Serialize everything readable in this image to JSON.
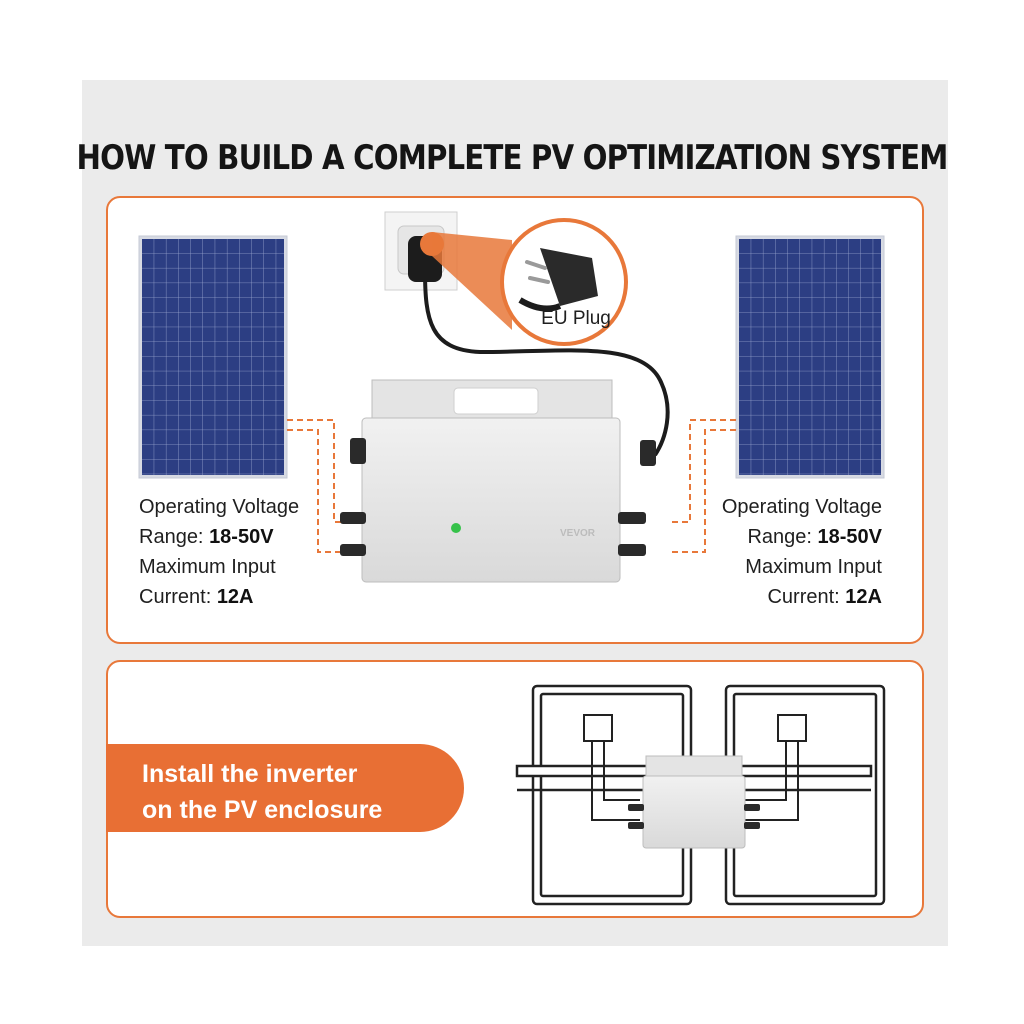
{
  "title": "HOW TO BUILD A COMPLETE PV OPTIMIZATION SYSTEM",
  "plug_callout": {
    "label": "EU Plug"
  },
  "left_spec": {
    "voltage_label": "Operating Voltage",
    "range_label": "Range:",
    "range_value": "18-50V",
    "current_label": "Maximum Input",
    "current_prefix": "Current:",
    "current_value": "12A"
  },
  "right_spec": {
    "voltage_label": "Operating Voltage",
    "range_label": "Range:",
    "range_value": "18-50V",
    "current_label": "Maximum Input",
    "current_prefix": "Current:",
    "current_value": "12A"
  },
  "install_banner": {
    "line1": "Install the inverter",
    "line2": "on the PV enclosure"
  },
  "inverter_brand": "VEVOR",
  "colors": {
    "accent": "#e8783a",
    "panel_blue": "#2b3f82",
    "background": "#ebebeb"
  },
  "icons": [
    "solar-panel-icon",
    "wall-socket-icon",
    "eu-plug-icon",
    "inverter-icon",
    "status-led-icon"
  ]
}
